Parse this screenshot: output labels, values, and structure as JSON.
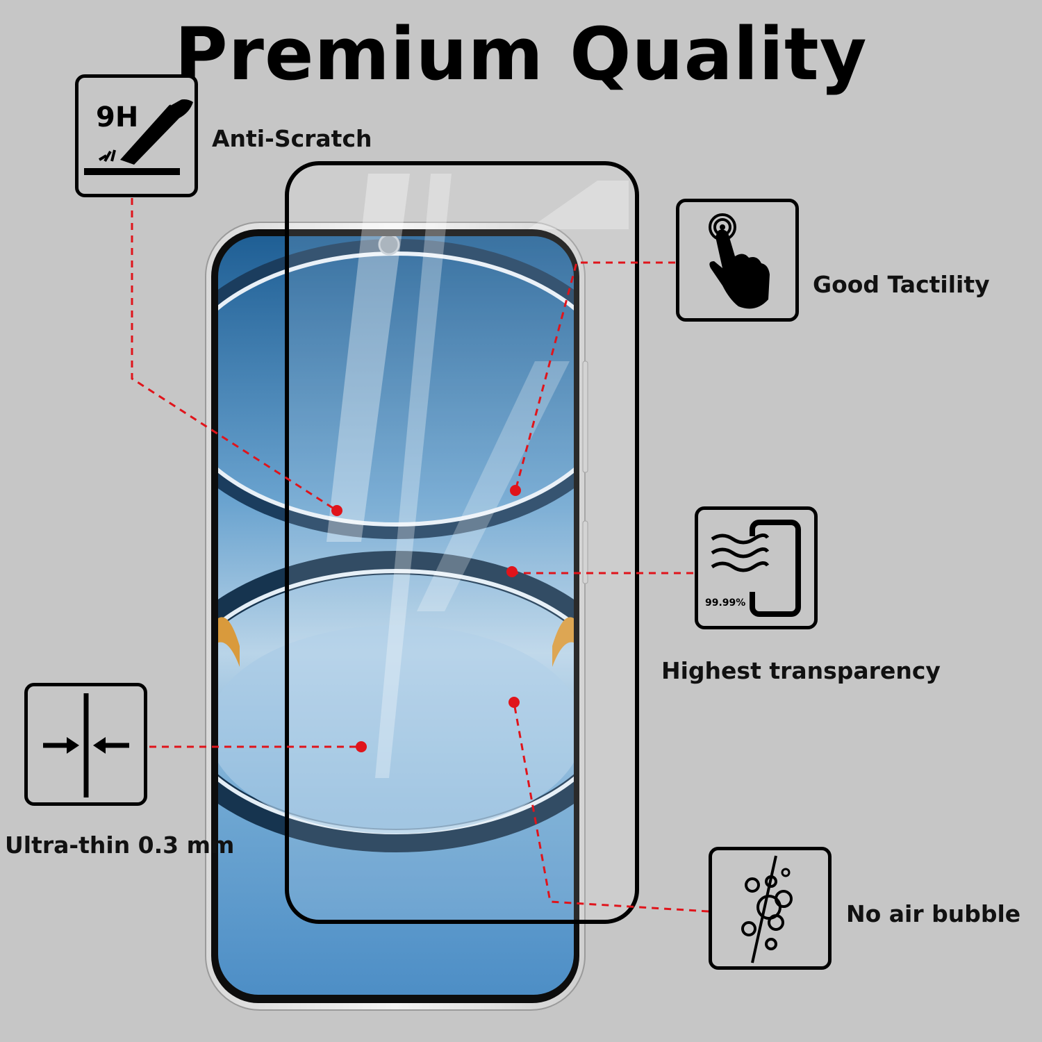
{
  "title": "Premium Quality",
  "colors": {
    "background": "#c6c6c6",
    "callout_line": "#e0141b",
    "screen_blue": "#4f90c8"
  },
  "features": [
    {
      "id": "anti-scratch",
      "label": "Anti-Scratch",
      "icon": "knife-scratch-icon",
      "icon_text": "9H"
    },
    {
      "id": "good-tactility",
      "label": "Good Tactility",
      "icon": "touch-hand-icon"
    },
    {
      "id": "highest-transparency",
      "label": "Highest transparency",
      "icon": "transparency-phone-icon",
      "icon_text": "99.99%"
    },
    {
      "id": "ultra-thin",
      "label": "Ultra-thin 0.3 mm",
      "icon": "thickness-arrows-icon"
    },
    {
      "id": "no-air-bubble",
      "label": "No air bubble",
      "icon": "bubbles-icon"
    }
  ]
}
